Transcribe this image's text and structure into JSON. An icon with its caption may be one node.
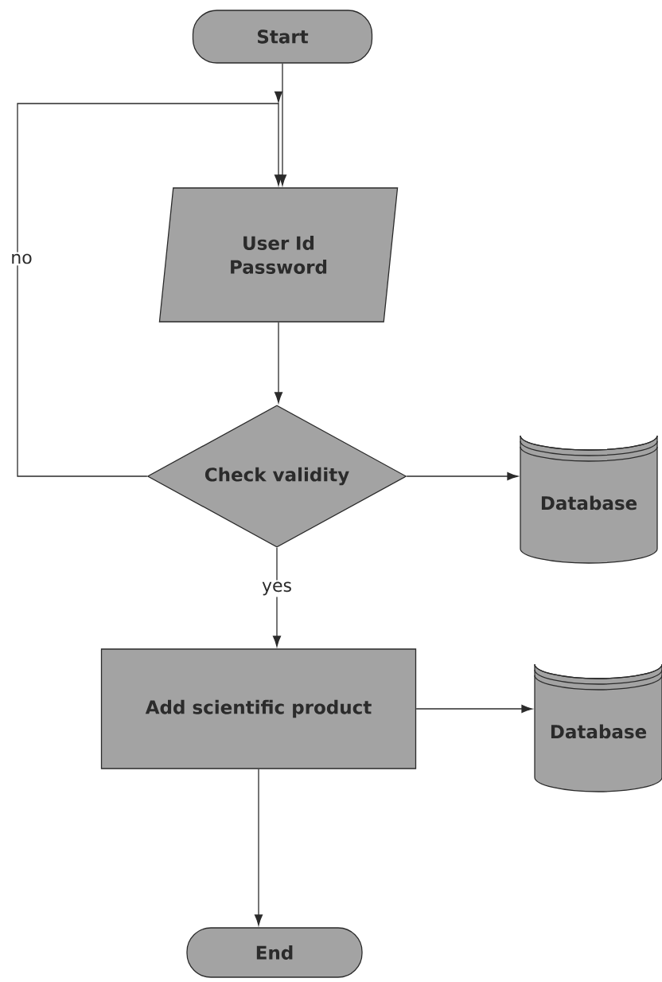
{
  "diagram": {
    "nodes": [
      {
        "text": [
          "Start"
        ]
      },
      {
        "text": [
          "User Id Password"
        ]
      },
      {
        "text": [
          "Check validity"
        ]
      },
      {
        "text": [
          "Database"
        ]
      },
      {
        "text": [
          "Add scientific product"
        ]
      },
      {
        "text": [
          "Database"
        ]
      },
      {
        "text": [
          "End"
        ]
      }
    ],
    "edges": [
      {
        "from": 0,
        "to": 1,
        "arrow": "to"
      },
      {
        "from": 1,
        "to": 2,
        "arrow": "to"
      },
      {
        "from": 2,
        "to": 1,
        "arrow": "to",
        "label": "no"
      },
      {
        "from": 2,
        "to": 3,
        "arrow": "to"
      },
      {
        "from": 2,
        "to": 4,
        "arrow": "to",
        "label": "yes"
      },
      {
        "from": 4,
        "to": 5,
        "arrow": "to"
      },
      {
        "from": 4,
        "to": 6,
        "arrow": "to"
      }
    ]
  }
}
